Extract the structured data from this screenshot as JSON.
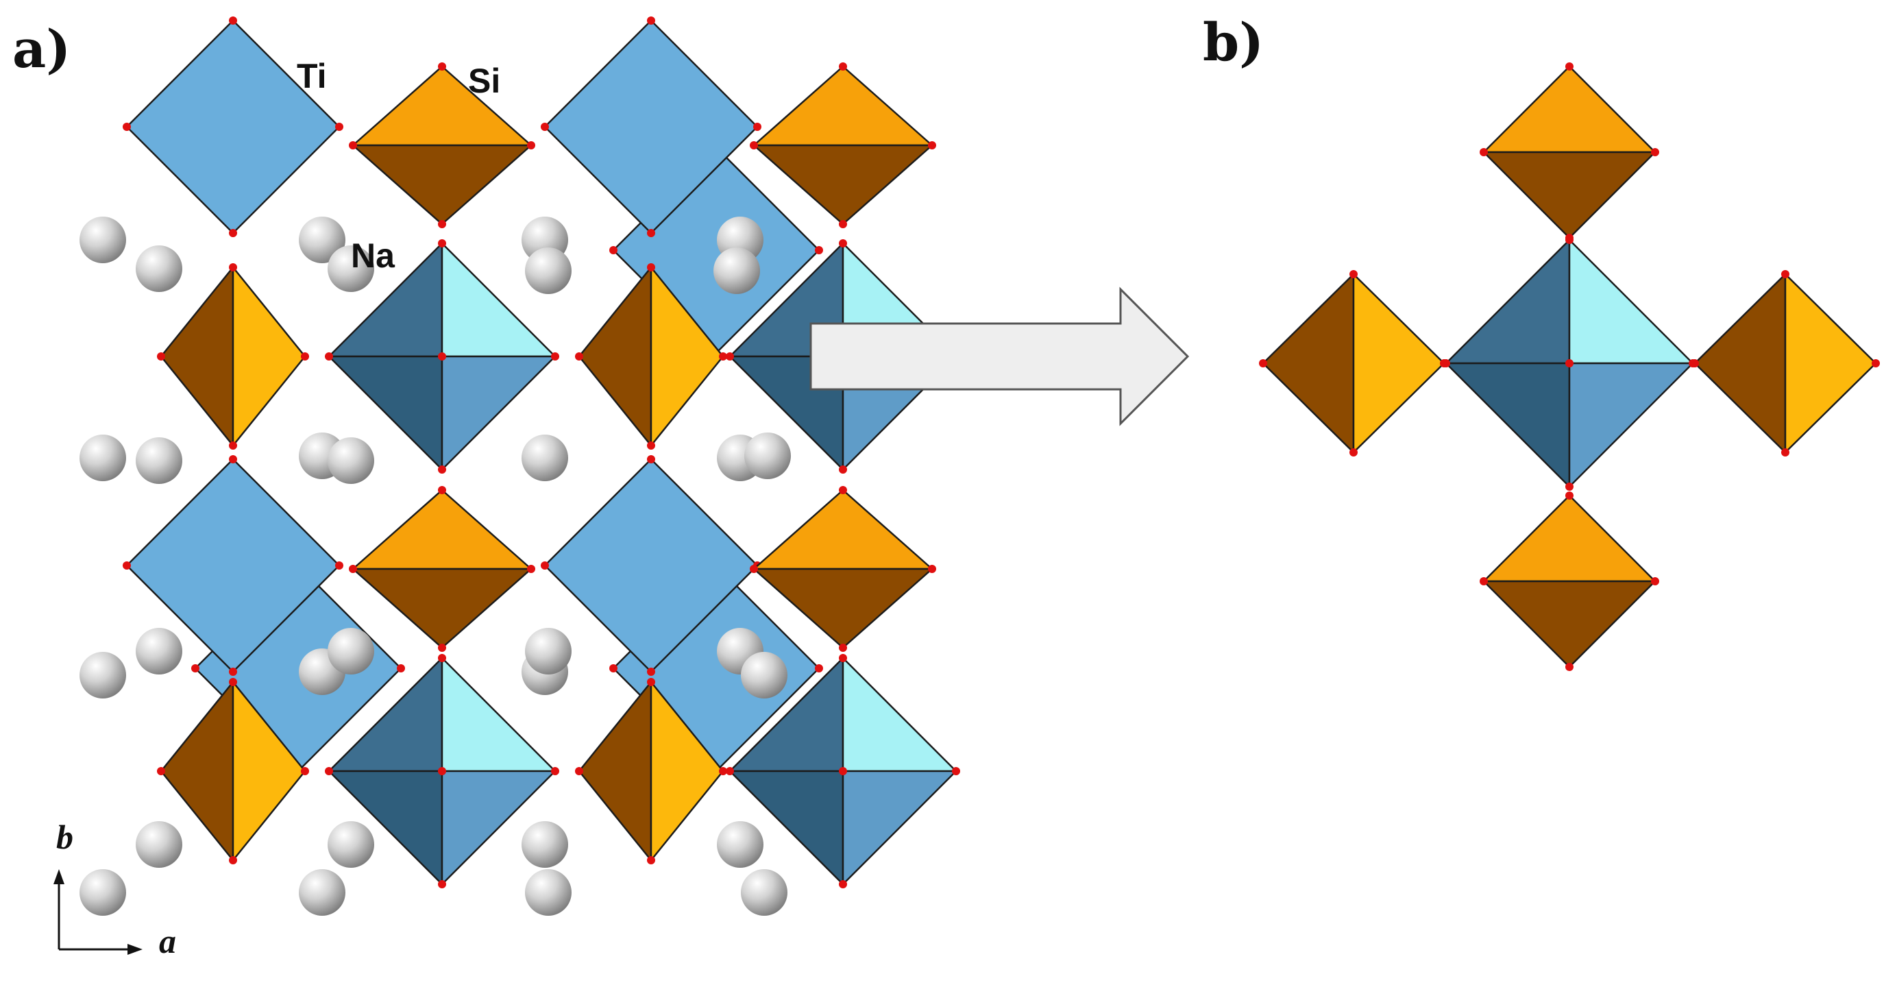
{
  "panels": {
    "a": "a)",
    "b": "b)"
  },
  "labels": {
    "ti": "Ti",
    "si": "Si",
    "na": "Na"
  },
  "axes": {
    "b": "b",
    "a": "a"
  },
  "colors": {
    "ti_face": "#6aaedc",
    "ti_dark": "#3d6e8f",
    "ti_darker": "#2f5e7c",
    "ti_light": "#a7f2f5",
    "ti_mid": "#5f9cc8",
    "si_orange": "#f7a10a",
    "si_gold": "#fdb80c",
    "si_brown": "#8c4a00",
    "oxygen": "#e01010",
    "sodium": "#c8c8c8",
    "arrow": "#eeeeee"
  },
  "icons": {
    "arrow": "right-arrow-icon",
    "axes": "axis-triad-icon"
  }
}
